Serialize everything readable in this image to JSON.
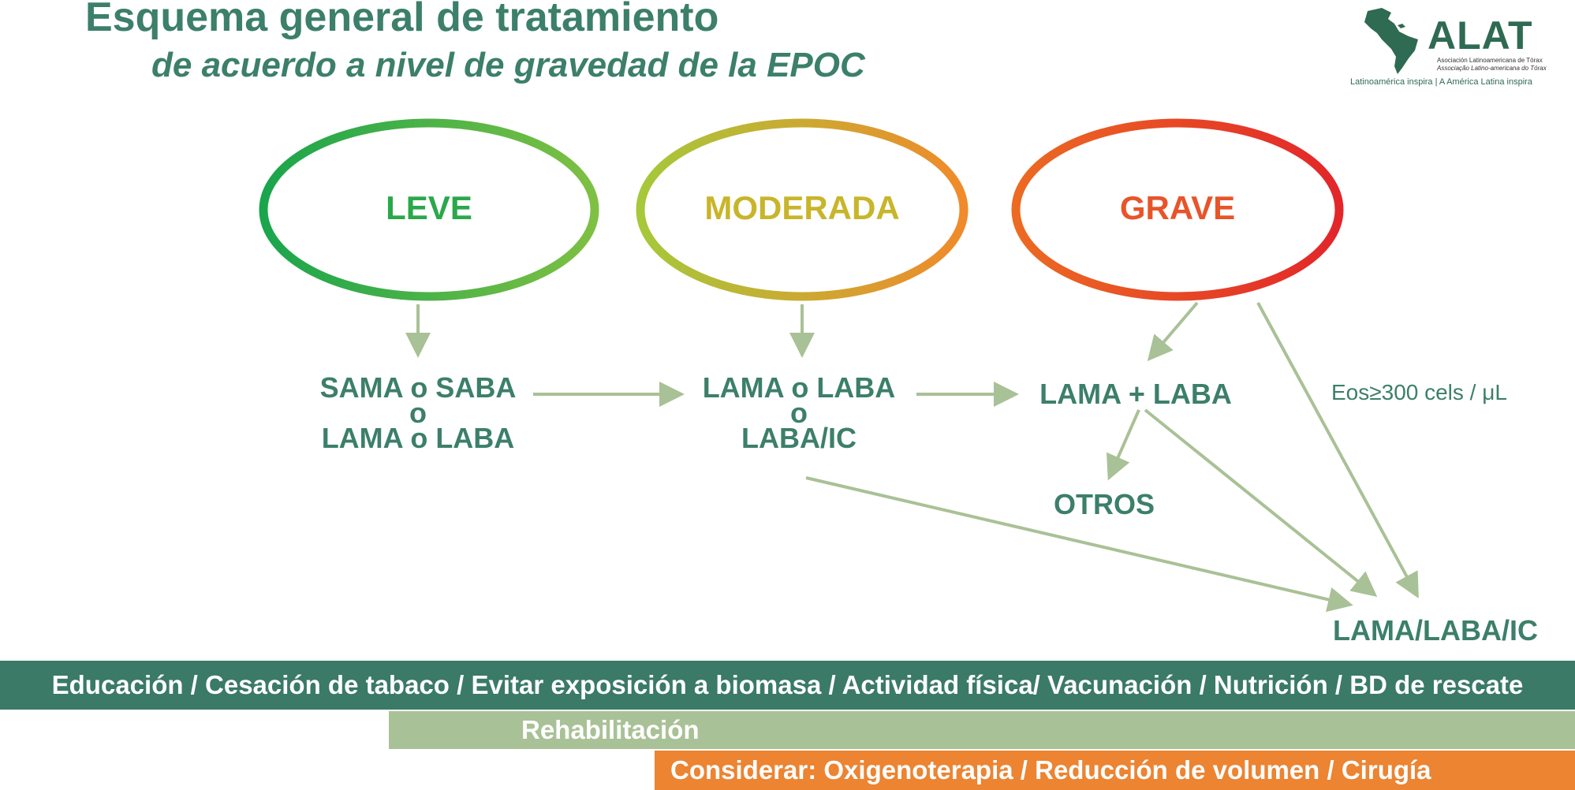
{
  "header": {
    "title": "Esquema general de tratamiento",
    "subtitle": "de acuerdo a nivel de gravedad de la EPOC"
  },
  "logo": {
    "name": "ALAT",
    "org_es": "Asociación Latinoamericana de Tórax",
    "org_pt": "Associação Latino-americana do Tórax",
    "tagline": "Latinoamérica inspira | A América Latina inspira"
  },
  "severity": {
    "mild": "LEVE",
    "moderate": "MODERADA",
    "severe": "GRAVE"
  },
  "nodes": {
    "mild": {
      "line1": "SAMA o SABA",
      "line2": "o",
      "line3": "LAMA o LABA"
    },
    "moderate": {
      "line1": "LAMA o LABA",
      "line2": "o",
      "line3": "LABA/IC"
    },
    "severe": "LAMA + LABA",
    "others": "OTROS",
    "triple": "LAMA/LABA/IC",
    "eos_condition": "Eos≥300 cels / μL"
  },
  "bands": {
    "general": "Educación / Cesación de tabaco / Evitar exposición a biomasa / Actividad física/ Vacunación / Nutrición / BD de rescate",
    "rehab": "Rehabilitación",
    "consider": "Considerar: Oxigenoterapia / Reducción de volumen / Cirugía"
  },
  "colors": {
    "teal": "#3c7f6a",
    "arrow": "#a9c196",
    "mild": "#2aa84a",
    "moderate": "#c8b52a",
    "severe": "#e8542a",
    "band_general": "#3a7a66",
    "band_rehab": "#a9c196",
    "band_consider": "#ec8432"
  }
}
